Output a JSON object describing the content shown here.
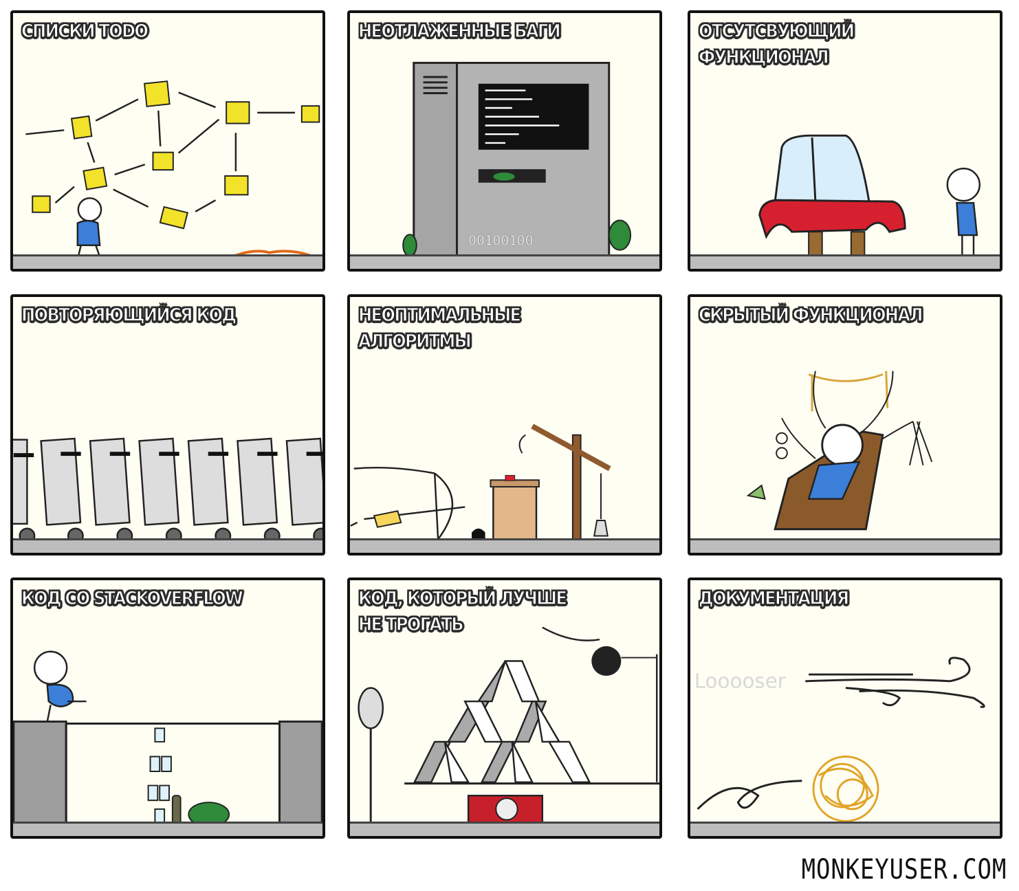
{
  "panels": [
    {
      "title": "СПИСКИ TODO"
    },
    {
      "title": "НЕОТЛАЖЕННЫЕ БАГИ",
      "server_label": "00100100"
    },
    {
      "title": "ОТСУТСВУЮЩИЙ\nФУНКЦИОНАЛ"
    },
    {
      "title": "ПОВТОРЯЮЩИЙСЯ КОД"
    },
    {
      "title": "НЕОПТИМАЛЬНЫЕ\nАЛГОРИТМЫ"
    },
    {
      "title": "СКРЫТЫЙ ФУНКЦИОНАЛ"
    },
    {
      "title": "КОД СО STACKOVERFLOW"
    },
    {
      "title": "КОД, КОТОРЫЙ ЛУЧШЕ\nНЕ ТРОГАТЬ"
    },
    {
      "title": "ДОКУМЕНТАЦИЯ",
      "faded_text": "Looooser"
    }
  ],
  "footer": {
    "site": "MONKEYUSER.COM"
  },
  "colors": {
    "panel_bg": "#fffef3",
    "sticky_note": "#f2e22a",
    "shirt": "#3b7fd9",
    "car": "#d7202f",
    "bug": "#2f8a3a",
    "ground": "#bdbdbd"
  }
}
